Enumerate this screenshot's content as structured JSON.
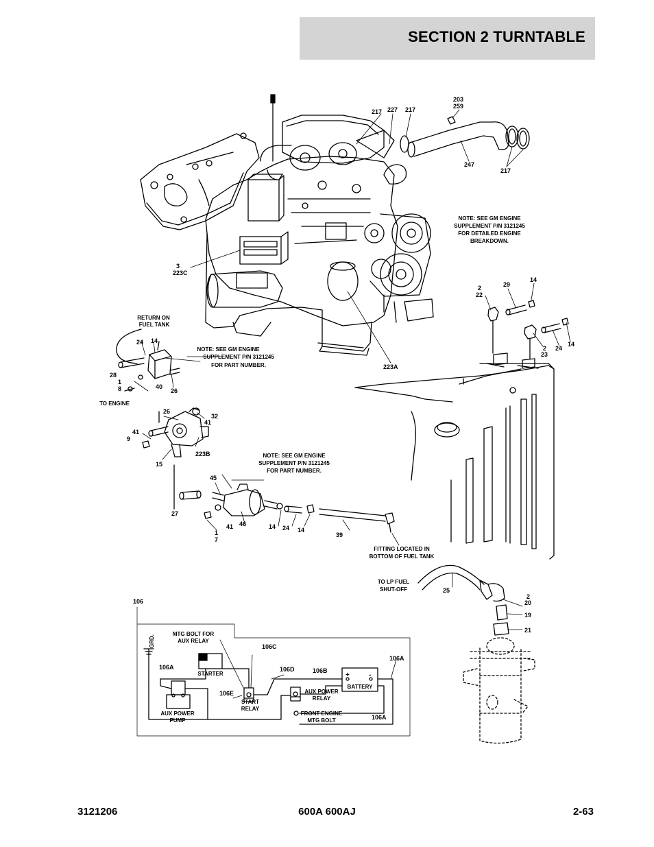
{
  "header": {
    "title": "SECTION 2   TURNTABLE"
  },
  "footer": {
    "doc_number": "3121206",
    "models": "600A 600AJ",
    "page": "2-63"
  },
  "notes": {
    "engine_breakdown": [
      "NOTE:  SEE GM ENGINE",
      "SUPPLEMENT P/N 3121245",
      "FOR DETAILED ENGINE",
      "BREAKDOWN."
    ],
    "part_number_1": [
      "NOTE:  SEE GM ENGINE",
      "SUPPLEMENT P/N 3121245",
      "FOR PART NUMBER."
    ],
    "part_number_2": [
      "NOTE:  SEE GM ENGINE",
      "SUPPLEMENT P/N 3121245",
      "FOR PART NUMBER."
    ]
  },
  "annotations": {
    "return_on_fuel_tank": [
      "RETURN ON",
      "FUEL TANK"
    ],
    "to_engine": "TO ENGINE",
    "fitting": [
      "FITTING LOCATED IN",
      "BOTTOM OF FUEL TANK"
    ],
    "to_lp_fuel": [
      "TO LP FUEL",
      "SHUT-OFF"
    ]
  },
  "callouts": {
    "c217a": "217",
    "c227": "227",
    "c217b": "217",
    "c203": "203",
    "c259": "259",
    "c247": "247",
    "c217c": "217",
    "c3": "3",
    "c223c": "223C",
    "c2a": "2",
    "c22": "22",
    "c29": "29",
    "c14a": "14",
    "c2b": "2",
    "c23": "23",
    "c24a": "24",
    "c14b": "14",
    "c24b": "24",
    "c14c": "14",
    "c28": "28",
    "c1a": "1",
    "c8": "8",
    "c40": "40",
    "c26a": "26",
    "c223a": "223A",
    "c26b": "26",
    "c32": "32",
    "c41a": "41",
    "c41b": "41",
    "c9": "9",
    "c223b": "223B",
    "c15": "15",
    "c45": "45",
    "c27": "27",
    "c46": "46",
    "c41c": "41",
    "c1b": "1",
    "c7": "7",
    "c14d": "14",
    "c24c": "24",
    "c14e": "14",
    "c39": "39",
    "c25": "25",
    "c2c": "2",
    "c20": "20",
    "c19": "19",
    "c21": "21"
  },
  "wiring": {
    "callout_106": "106",
    "grd": "GRD.",
    "mtg_bolt": [
      "MTG BOLT FOR",
      "AUX RELAY"
    ],
    "c106c": "106C",
    "c106a_left": "106A",
    "starter": "STARTER",
    "c106d": "106D",
    "c106b": "106B",
    "c106a_right": "106A",
    "battery": "BATTERY",
    "plus": "+",
    "minus": "-",
    "aux_power_relay": [
      "AUX POWER",
      "RELAY"
    ],
    "c106e": "106E",
    "start_relay": [
      "START",
      "RELAY"
    ],
    "aux_power_pump": [
      "AUX POWER",
      "PUMP"
    ],
    "front_engine": [
      "FRONT ENGINE",
      "MTG BOLT"
    ],
    "c106a_bottom": "106A"
  }
}
